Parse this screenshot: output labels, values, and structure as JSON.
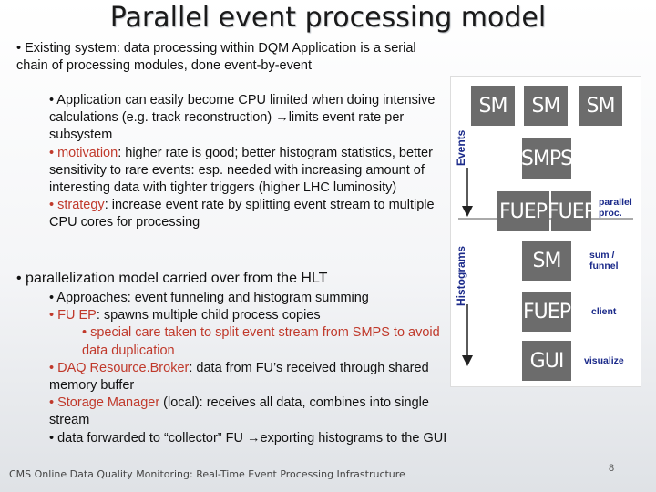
{
  "slide": {
    "title": "Parallel event processing model",
    "intro": "• Existing system: data processing within DQM  Application is a serial chain of processing modules, done event-by-event",
    "b1": "• Application can easily become CPU limited when doing intensive calculations (e.g. track reconstruction) →limits event rate per subsystem",
    "b2_key": "• motivation",
    "b2_text": ": higher rate is good; better histogram statistics, better sensitivity to rare events: esp. needed with increasing amount of interesting data with tighter triggers (higher LHC luminosity)",
    "b3_key": "• strategy",
    "b3_text": ": increase event rate by splitting event stream to multiple CPU cores for processing",
    "section": "• parallelization model carried over from the HLT",
    "s1": "• Approaches: event funneling and histogram summing",
    "s2_key": "• FU EP",
    "s2_text": ": spawns multiple child process copies",
    "s2_sub": "• special care taken to split event stream from SMPS to avoid data duplication",
    "s3_key": "• DAQ Resource.Broker",
    "s3_text": ": data from FU’s received through shared memory buffer",
    "s4_key": "• Storage Manager",
    "s4_text": " (local): receives all data, combines into single stream",
    "s5": "• data forwarded to “collector” FU →exporting histograms to the GUI",
    "footer": "CMS Online Data Quality Monitoring: Real-Time Event Processing Infrastructure",
    "page_number": "8"
  },
  "diagram": {
    "events_label": "Events",
    "histograms_label": "Histograms",
    "sm1": "SM",
    "sm2": "SM",
    "sm3": "SM",
    "smps": "SMPS",
    "fuep1": "FUEP",
    "fuep2": "FUEP",
    "parallel_1": "parallel",
    "parallel_2": "proc.",
    "sm_bottom": "SM",
    "sum_1": "sum /",
    "sum_2": "funnel",
    "fuep_bottom": "FUEP",
    "client": "client",
    "gui": "GUI",
    "visualize": "visualize"
  }
}
